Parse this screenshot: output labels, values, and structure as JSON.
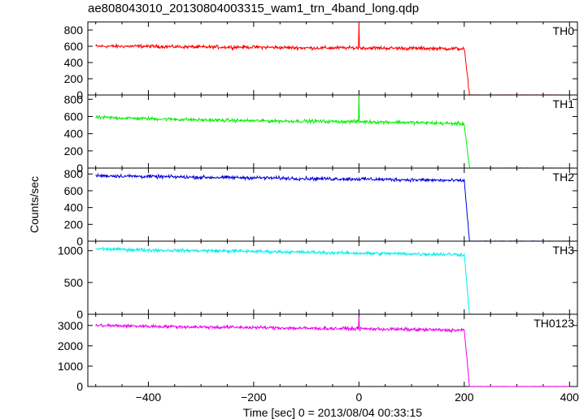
{
  "chart_data": {
    "type": "line",
    "title": "ae808043010_20130804003315_wam1_trn_4band_long.qdp",
    "xlabel": "Time [sec] 0 = 2013/08/04 00:33:15",
    "ylabel": "Counts/sec",
    "xlim": [
      -515,
      415
    ],
    "x_ticks": [
      -400,
      -200,
      0,
      200,
      400
    ],
    "x_tick_labels": [
      "−400",
      "−200",
      "0",
      "200",
      "400"
    ],
    "grid": false,
    "drop_time": 210,
    "panels": [
      {
        "name": "TH0",
        "color": "#ff0000",
        "ylim": [
          0,
          900
        ],
        "y_ticks": [
          0,
          200,
          400,
          600,
          800
        ],
        "x": [
          -500,
          -400,
          -300,
          -200,
          -100,
          0,
          100,
          200,
          210,
          400
        ],
        "y": [
          600,
          600,
          590,
          590,
          580,
          580,
          575,
          570,
          0,
          0
        ],
        "spike": {
          "x": 0,
          "y": 900
        }
      },
      {
        "name": "TH1",
        "color": "#00ee00",
        "ylim": [
          0,
          850
        ],
        "y_ticks": [
          0,
          200,
          400,
          600,
          800
        ],
        "x": [
          -500,
          -400,
          -300,
          -200,
          -100,
          0,
          100,
          200,
          210,
          400
        ],
        "y": [
          590,
          575,
          560,
          550,
          545,
          540,
          530,
          515,
          0,
          0
        ],
        "spike": {
          "x": 0,
          "y": 850
        }
      },
      {
        "name": "TH2",
        "color": "#0000dd",
        "ylim": [
          0,
          870
        ],
        "y_ticks": [
          0,
          200,
          400,
          600,
          800
        ],
        "x": [
          -500,
          -400,
          -300,
          -200,
          -100,
          0,
          100,
          200,
          210,
          400
        ],
        "y": [
          780,
          770,
          760,
          755,
          745,
          740,
          730,
          720,
          0,
          0
        ]
      },
      {
        "name": "TH3",
        "color": "#00eeee",
        "ylim": [
          0,
          1150
        ],
        "y_ticks": [
          0,
          500,
          1000
        ],
        "x": [
          -500,
          -400,
          -300,
          -200,
          -100,
          0,
          100,
          200,
          210,
          400
        ],
        "y": [
          1030,
          1010,
          1000,
          990,
          975,
          960,
          950,
          940,
          0,
          0
        ]
      },
      {
        "name": "TH0123",
        "color": "#ee00ee",
        "ylim": [
          0,
          3550
        ],
        "y_ticks": [
          0,
          1000,
          2000,
          3000
        ],
        "x": [
          -500,
          -400,
          -300,
          -200,
          -100,
          0,
          100,
          200,
          210,
          400
        ],
        "y": [
          3000,
          2960,
          2920,
          2900,
          2860,
          2840,
          2800,
          2760,
          0,
          0
        ],
        "spike": {
          "x": 0,
          "y": 3450
        }
      }
    ]
  }
}
